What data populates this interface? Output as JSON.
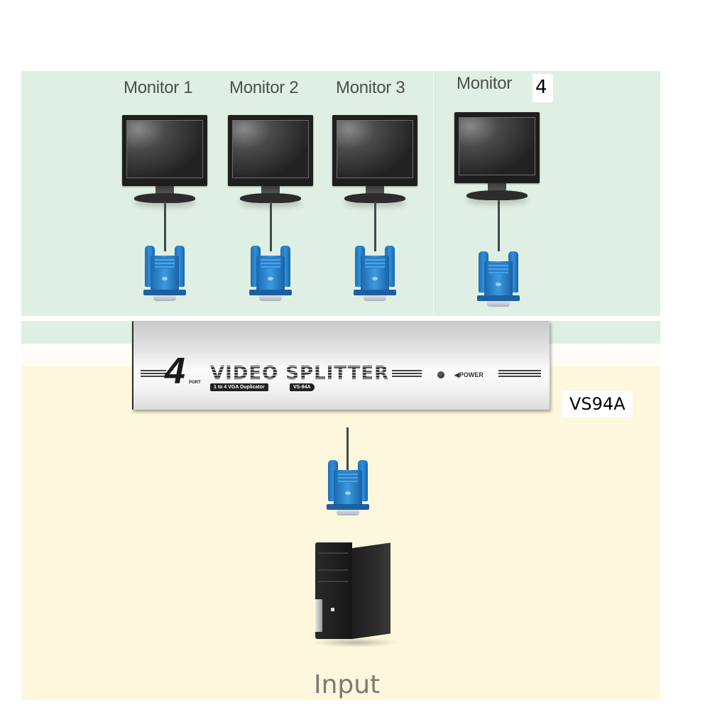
{
  "diagram": {
    "monitors": [
      {
        "label": "Monitor 1"
      },
      {
        "label": "Monitor 2"
      },
      {
        "label": "Monitor 3"
      },
      {
        "label": "Monitor",
        "label_suffix": "4"
      }
    ],
    "splitter": {
      "port_number": "4",
      "port_word": "PORT",
      "title": "VIDEO SPLITTER",
      "tagline": "1 to 4 VGA Duplicator",
      "model_tag": "VS-94A",
      "power_label": "◀POWER",
      "model_label": "VS94A"
    },
    "input": {
      "label": "Input"
    },
    "colors": {
      "top_band": "#e0efe4",
      "bottom_band": "#fdf7dd",
      "connector_blue": "#2f8fd8"
    }
  }
}
